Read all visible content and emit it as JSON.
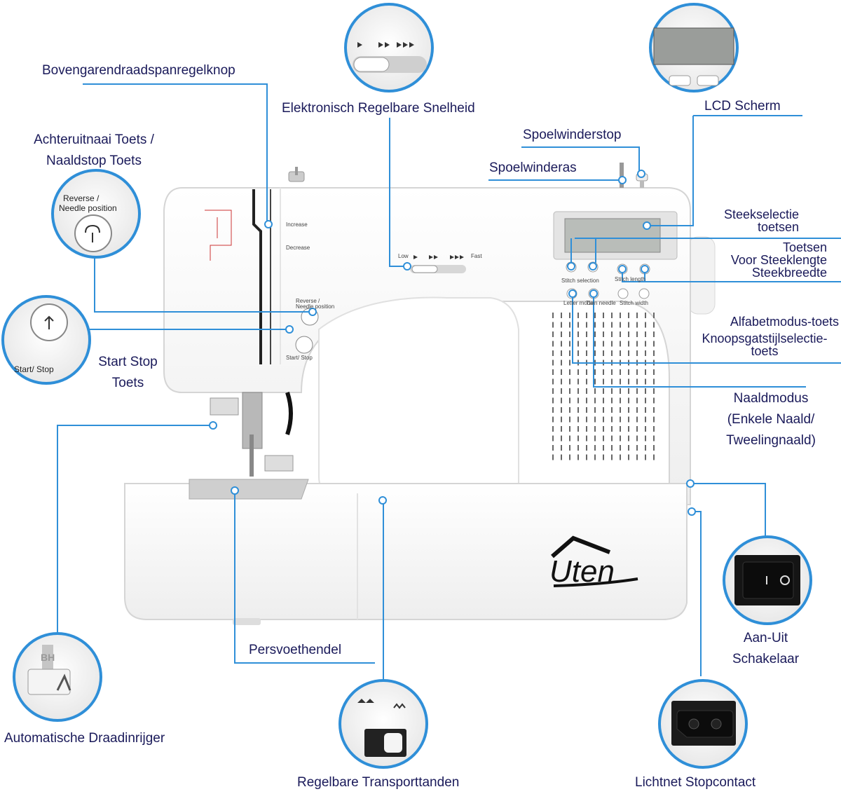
{
  "callouts": {
    "bovengaren": "Bovengarendraadspanregelknop",
    "snelheid": "Elektronisch Regelbare Snelheid",
    "lcd": "LCD Scherm",
    "spoelwinderstop": "Spoelwinderstop",
    "spoelwinderas": "Spoelwinderas",
    "achteruit_1": "Achteruitnaai Toets /",
    "achteruit_2": "Naaldstop Toets",
    "steekselectie_1": "Steekselectie",
    "steekselectie_2": "toetsen",
    "toetsen_1": "Toetsen",
    "toetsen_2": "Voor Steeklengte",
    "toetsen_3": "Steekbreedte",
    "alfabet": "Alfabetmodus-toets",
    "knoops_1": "Knoopsgatstijlselectie-",
    "knoops_2": "toets",
    "startstop_1": "Start Stop",
    "startstop_2": "Toets",
    "naald_1": "Naaldmodus",
    "naald_2": "(Enkele Naald/",
    "naald_3": "Tweelingnaald)",
    "persvoet": "Persvoethendel",
    "aanuit_1": "Aan-Uit",
    "aanuit_2": "Schakelaar",
    "draadinrijger": "Automatische Draadinrijger",
    "transport": "Regelbare Transporttanden",
    "lichtnet": "Lichtnet Stopcontact"
  },
  "machine_text": {
    "increase": "Increase",
    "decrease": "Decrease",
    "reverse_1": "Reverse /",
    "reverse_2": "Needle position",
    "start_stop": "Start/ Stop",
    "low": "Low",
    "fast": "Fast",
    "stitch_selection": "Stitch selection",
    "stitch_length": "Stitch length",
    "stitch_width": "Stitch width",
    "letter_mode": "Letter mode",
    "twin_needle": "Twin needle",
    "brand": "Uten"
  },
  "zoom_text": {
    "reverse_1": "Reverse /",
    "reverse_2": "Needle position",
    "start_stop": "Start/ Stop",
    "presser_code": "BH"
  },
  "colors": {
    "leader": "#2f8fd8",
    "label": "#1a1a5a"
  }
}
